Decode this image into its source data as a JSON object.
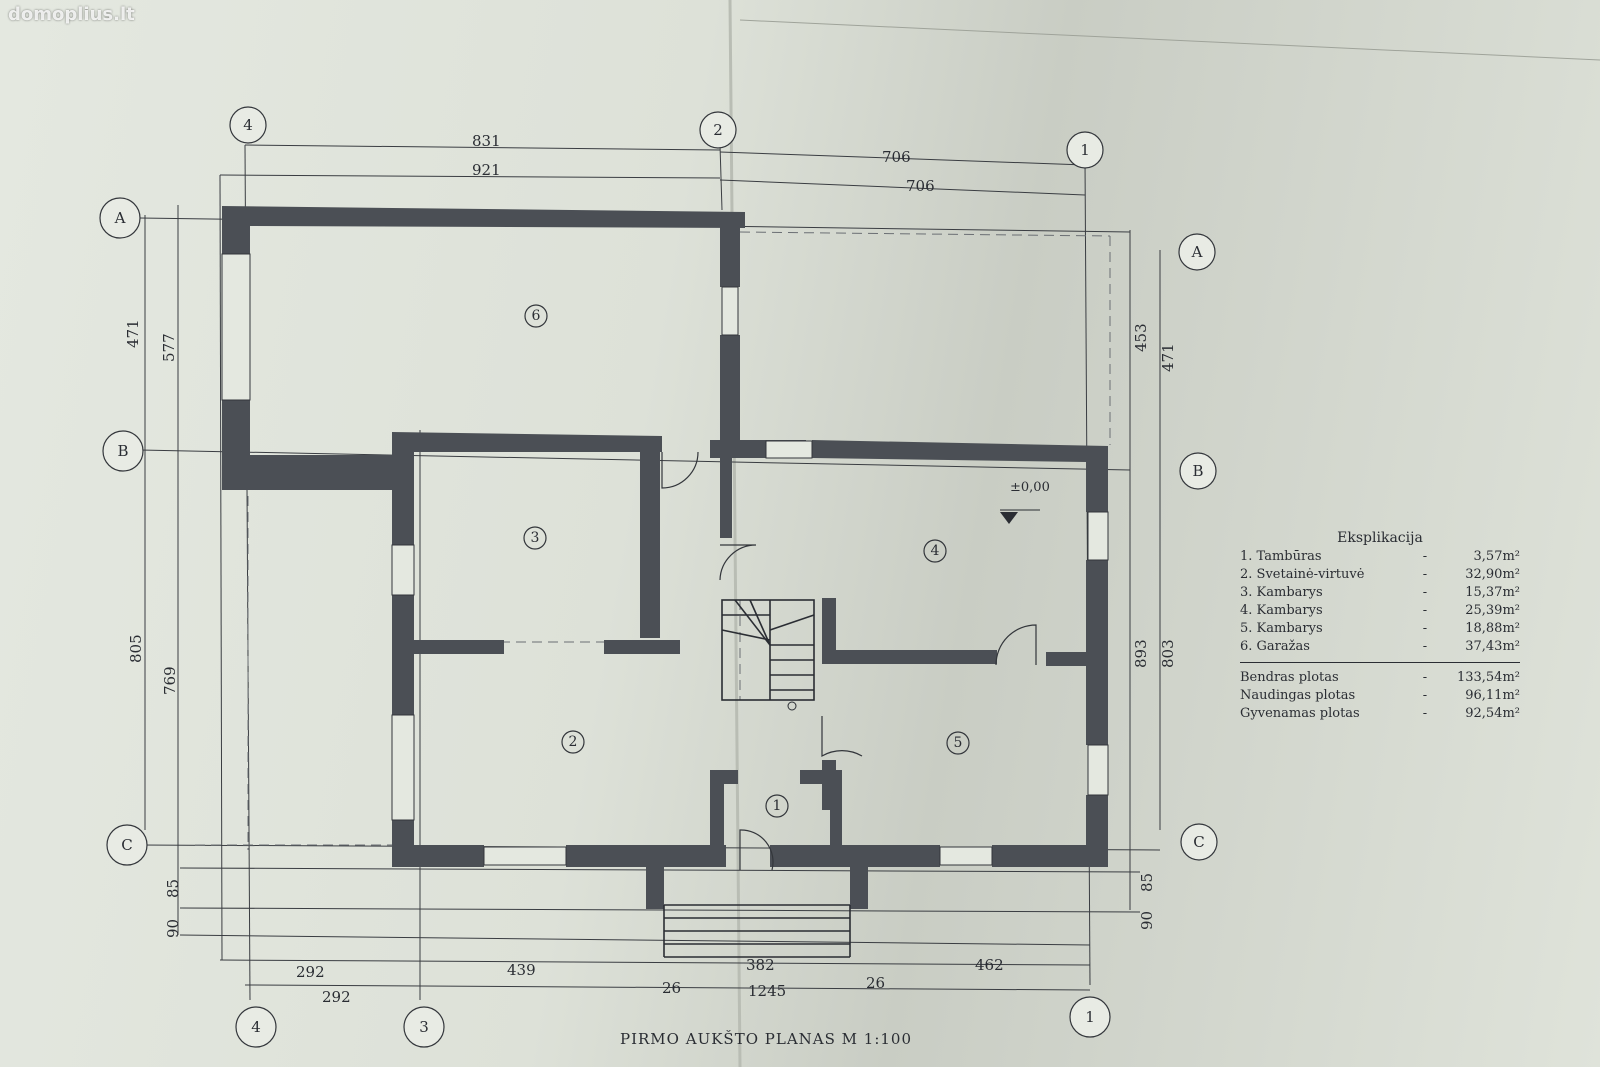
{
  "watermark": "domoplius.lt",
  "plan_title": "PIRMO AUKŠTO PLANAS M 1:100",
  "level_mark": "±0,00",
  "axes": {
    "top_4": "4",
    "top_2": "2",
    "top_1": "1",
    "left_A": "A",
    "left_B": "B",
    "left_C": "C",
    "right_A": "A",
    "right_B": "B",
    "right_C": "C",
    "bottom_4": "4",
    "bottom_3": "3",
    "bottom_1": "1"
  },
  "rooms": {
    "r1": "1",
    "r2": "2",
    "r3": "3",
    "r4": "4",
    "r5": "5",
    "r6": "6"
  },
  "dimensions": {
    "top_831": "831",
    "top_921": "921",
    "top_706a": "706",
    "top_706b": "706",
    "left_471": "471",
    "left_577": "577",
    "left_805": "805",
    "left_769": "769",
    "left_85": "85",
    "left_90": "90",
    "right_453": "453",
    "right_471": "471",
    "right_893": "893",
    "right_803": "803",
    "right_85": "85",
    "right_90": "90",
    "bot_292a": "292",
    "bot_439": "439",
    "bot_382": "382",
    "bot_462": "462",
    "bot_26a": "26",
    "bot_26b": "26",
    "bot_1245": "1245",
    "bot_292b": "292"
  },
  "legend": {
    "title": "Eksplikacija",
    "items": [
      {
        "label": "1.  Tambūras",
        "value": "3,57m²"
      },
      {
        "label": "2.  Svetainė-virtuvė",
        "value": "32,90m²"
      },
      {
        "label": "3.  Kambarys",
        "value": "15,37m²"
      },
      {
        "label": "4.  Kambarys",
        "value": "25,39m²"
      },
      {
        "label": "5.  Kambarys",
        "value": "18,88m²"
      },
      {
        "label": "6.  Garažas",
        "value": "37,43m²"
      }
    ],
    "totals": [
      {
        "label": "Bendras plotas",
        "value": "133,54m²"
      },
      {
        "label": "Naudingas plotas",
        "value": "96,11m²"
      },
      {
        "label": "Gyvenamas plotas",
        "value": "92,54m²"
      }
    ]
  }
}
